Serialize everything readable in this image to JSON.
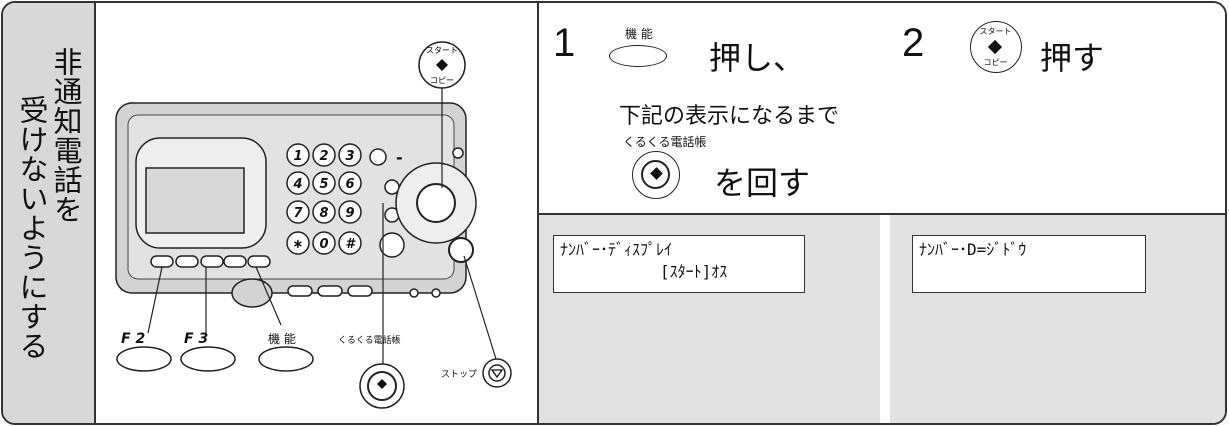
{
  "title": {
    "col1": "非通知電話を",
    "col2": "受けないようにする"
  },
  "diagram": {
    "keys_row1": [
      "1",
      "2",
      "3"
    ],
    "keys_row2": [
      "4",
      "5",
      "6"
    ],
    "keys_row3": [
      "7",
      "8",
      "9"
    ],
    "keys_row4": [
      "∗",
      "0",
      "#"
    ],
    "minus": "-",
    "f2_label": "F 2",
    "f3_label": "F 3",
    "kinou_label": "機 能",
    "kurukuru_label": "くるくる電話帳",
    "stop_label": "ストップ",
    "start_line1": "スタート",
    "start_line2": "コピー"
  },
  "step1": {
    "number": "1",
    "button_label": "機 能",
    "press_text": "押し、",
    "instruction": "下記の表示になるまで",
    "dial_label": "くるくる電話帳",
    "turn_text": "を回す",
    "lcd_line1": "ﾅﾝﾊﾞｰ･ﾃﾞｨｽﾌﾟﾚｲ",
    "lcd_line2": "[ｽﾀｰﾄ]ｵｽ"
  },
  "step2": {
    "number": "2",
    "button_line1": "スタート",
    "button_line2": "コピー",
    "press_text": "押す",
    "lcd_line1": "ﾅﾝﾊﾞｰ･D=ｼﾞﾄﾞｳ"
  }
}
